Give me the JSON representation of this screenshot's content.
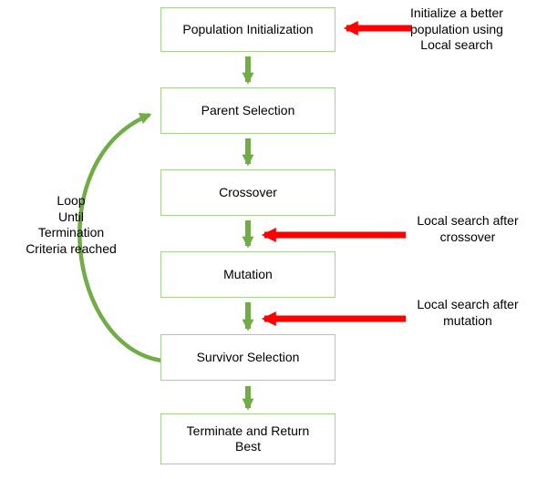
{
  "diagram": {
    "type": "flowchart",
    "nodes": [
      {
        "label": "Population Initialization"
      },
      {
        "label": "Parent Selection"
      },
      {
        "label": "Crossover"
      },
      {
        "label": "Mutation"
      },
      {
        "label": "Survivor Selection"
      },
      {
        "label": "Terminate and Return Best"
      }
    ],
    "annotations": {
      "init": "Initialize a better\npopulation using\nLocal search",
      "crossover": "Local search after\ncrossover",
      "mutation": "Local search after\nmutation",
      "loop": "Loop\nUntil\nTermination\nCriteria reached"
    },
    "colors": {
      "green": "#70AD47",
      "box_border": "#A9D18E",
      "red": "#FF0000",
      "text": "#000000",
      "background": "#FFFFFF"
    }
  }
}
